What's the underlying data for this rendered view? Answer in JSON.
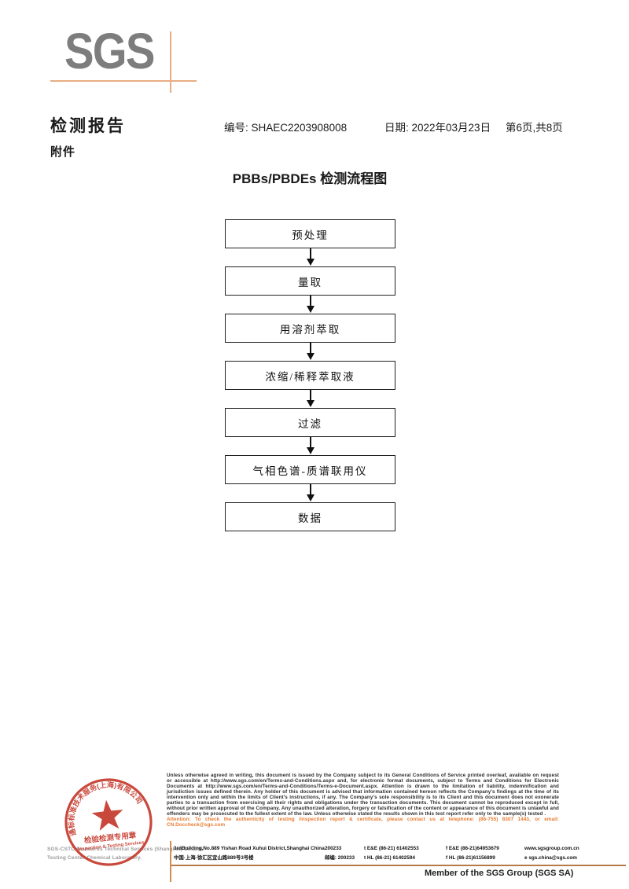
{
  "logo": {
    "text": "SGS"
  },
  "header": {
    "title": "检测报告",
    "report_no": "编号: SHAEC2203908008",
    "date": "日期: 2022年03月23日",
    "page_info": "第6页,共8页",
    "attachment": "附件"
  },
  "flowchart": {
    "title": "PBBs/PBDEs 检测流程图",
    "steps": [
      "预处理",
      "量取",
      "用溶剂萃取",
      "浓缩/稀释萃取液",
      "过滤",
      "气相色谱-质谱联用仪",
      "数据"
    ]
  },
  "seal": {
    "ring_text": "通标标准技术服务(上海)有限公司",
    "line1": "检验检测专用章",
    "line2": "Inspection & Testing Services",
    "color": "#c5392c"
  },
  "company": {
    "line1": "SGS-CSTC Standards Technical Services (Shanghai) Co.,Ltd.",
    "line2": "Testing Center-Chemical Laboratory."
  },
  "footer": {
    "disclaimer": "Unless otherwise agreed in writing, this document is issued by the Company subject to its General Conditions of Service printed overleaf, available on request or accessible at http://www.sgs.com/en/Terms-and-Conditions.aspx and, for electronic format documents, subject to Terms and Conditions for Electronic Documents at http://www.sgs.com/en/Terms-and-Conditions/Terms-e-Document.aspx. Attention is drawn to the limitation of liability, indemnification and jurisdiction issues defined therein. Any holder of this document is advised that information contained hereon reflects the Company's findings at the time of its intervention only and within the limits of Client's instructions, if any. The Company's sole responsibility is to its Client and this document does not exonerate parties to a transaction from exercising all their rights and obligations under the transaction documents. This document cannot be reproduced except in full, without prior written approval of the Company. Any unauthorized alteration, forgery or falsification of the content or appearance of this document is unlawful and offenders may be prosecuted to the fullest extent of the law. Unless otherwise stated the results shown in this test report refer only to the sample(s) tested .",
    "attention": "Attention: To check the authenticity of testing /inspection report & certificate, please contact us at telephone: (86-755) 8307 1443, or email: CN.Doccheck@sgs.com",
    "address_sup": "3rd",
    "address_en": "Building,No.889 Yishan Road Xuhui District,Shanghai China",
    "postal_en": "200233",
    "tel1": "t E&E (86-21) 61402553",
    "fax1": "f E&E (86-21)64953679",
    "web": "www.sgsgroup.com.cn",
    "address_cn": "中国·上海·徐汇区宜山路889号3号楼",
    "postal_cn": "邮编: 200233",
    "tel2": "t HL (86-21) 61402594",
    "fax2": "f HL (86-21)61156899",
    "email": "e sgs.china@sgs.com",
    "member": "Member of the SGS Group (SGS SA)"
  }
}
